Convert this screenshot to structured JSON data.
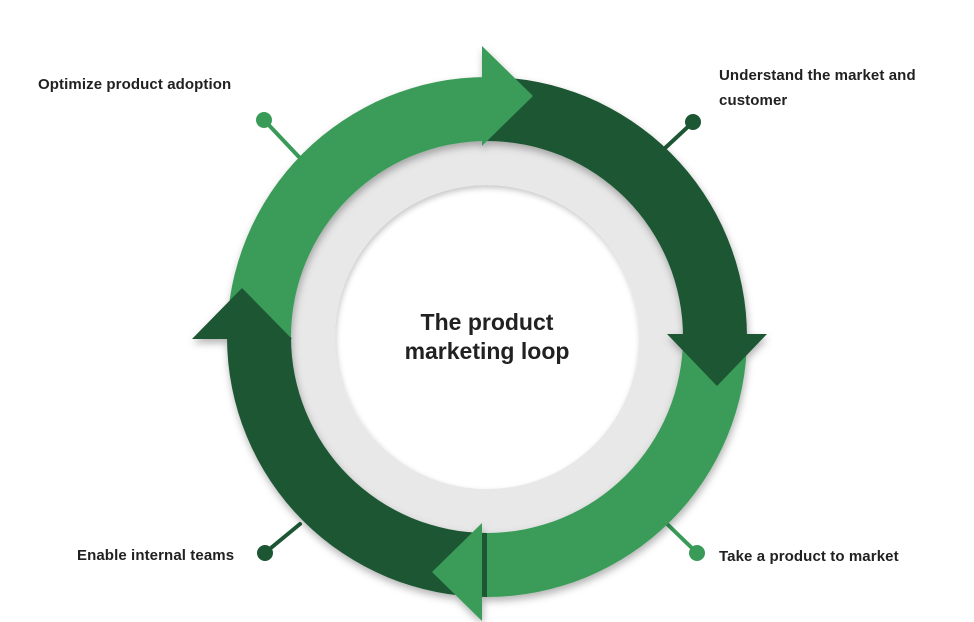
{
  "diagram": {
    "title": "The product marketing loop",
    "type": "circular-process-loop",
    "direction": "clockwise",
    "stages": [
      {
        "label": "Optimize product adoption",
        "position": "top-left",
        "accent": "#3A9B58"
      },
      {
        "label": "Understand the market and customer",
        "position": "top-right",
        "accent": "#1D5632"
      },
      {
        "label": "Take a product to market",
        "position": "bottom-right",
        "accent": "#3A9B58"
      },
      {
        "label": "Enable internal teams",
        "position": "bottom-left",
        "accent": "#1D5632"
      }
    ],
    "colors": {
      "medium_green": "#3A9B58",
      "dark_green": "#1D5632",
      "ring_gray": "#E8E8E8",
      "text": "#212121",
      "background": "#FFFFFF"
    }
  }
}
